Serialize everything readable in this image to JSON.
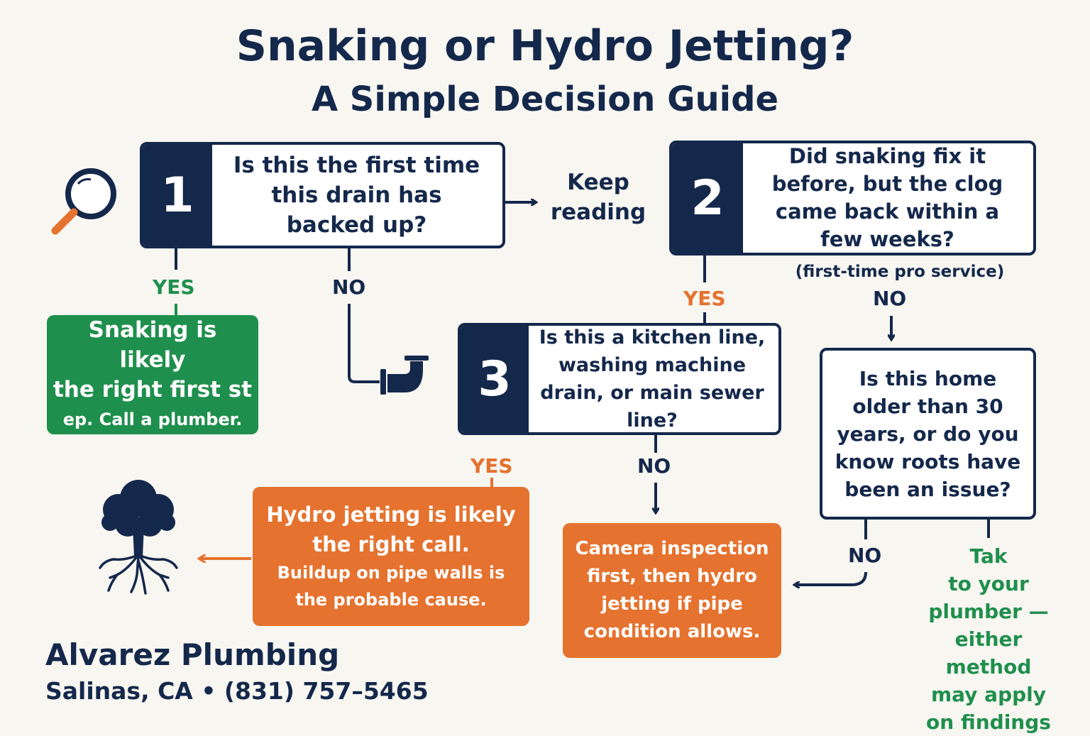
{
  "title": "Snaking or Hydro Jetting?",
  "subtitle": "A Simple Decision Guide",
  "questions": [
    {
      "number": "1",
      "text": "Is this the first time this drain has backed up?"
    },
    {
      "number": "2",
      "text": "Did snaking fix it before, but the clog came back within a few weeks?"
    },
    {
      "number": "3",
      "text": "Is this a kitchen line, washing machine drain, or main sewer line?"
    },
    {
      "number": "",
      "text": "Is this home older than 30 years, or do you know roots have been an issue?"
    }
  ],
  "side_note": "Keep reading",
  "note_first_time": "(first-time pro service)",
  "labels": {
    "q1_yes": "YES",
    "q1_no": "NO",
    "q2_yes": "YES",
    "q2_no": "NO",
    "q3_yes": "YES",
    "q3_no": "NO",
    "q4_no": "NO"
  },
  "results": {
    "snaking": {
      "line1": "Snaking is likely",
      "line2": "the right first st",
      "line3": "ep. Call a plumber."
    },
    "hydro": {
      "line1": "Hydro jetting is likely",
      "line2": "the right call.",
      "line3": "Buildup on pipe walls is",
      "line4": "the probable cause."
    },
    "camera": {
      "line1": "Camera inspection",
      "line2": "first, then hydro",
      "line3": "jetting if pipe",
      "line4": "condition allows."
    },
    "talk": {
      "line1": "Tak",
      "line2": "to your",
      "line3": "plumber —",
      "line4": "either method",
      "line5": "may apply",
      "line6": "on findings"
    }
  },
  "company": {
    "name": "Alvarez Plumbing",
    "contact": "Salinas, CA • (831) 757–5465"
  },
  "colors": {
    "navy": "#14284b",
    "green": "#1f8f4d",
    "orange": "#e5722e",
    "background": "#f8f6f1"
  },
  "icons": [
    "magnifier-icon",
    "pipe-elbow-icon",
    "tree-roots-icon"
  ]
}
